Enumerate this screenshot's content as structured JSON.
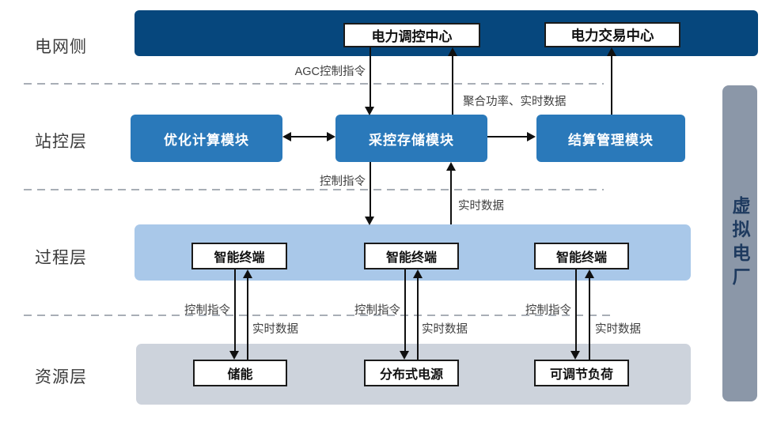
{
  "layers": {
    "grid": "电网侧",
    "station": "站控层",
    "process": "过程层",
    "resource": "资源层"
  },
  "grid_side": {
    "dispatch_center": "电力调控中心",
    "trading_center": "电力交易中心"
  },
  "station_layer": {
    "modules": [
      "优化计算模块",
      "采控存储模块",
      "结算管理模块"
    ]
  },
  "process_layer": {
    "terminals": [
      "智能终端",
      "智能终端",
      "智能终端"
    ]
  },
  "resource_layer": {
    "resources": [
      "储能",
      "分布式电源",
      "可调节负荷"
    ]
  },
  "vpp_bar": {
    "label": "虚拟电厂"
  },
  "flow_labels": {
    "agc_command": "AGC控制指令",
    "aggregate_power": "聚合功率、实时数据",
    "control_mid": "控制指令",
    "realtime_mid": "实时数据",
    "control_1": "控制指令",
    "control_2": "控制指令",
    "control_3": "控制指令",
    "realtime_1": "实时数据",
    "realtime_2": "实时数据",
    "realtime_3": "实时数据"
  },
  "colors": {
    "grid_bar": "#06477d",
    "module_box": "#2a79ba",
    "process_band": "#a9c8e9",
    "resource_band": "#cdd3dc",
    "vpp_bar": "#8b97a8",
    "arrow": "#101010",
    "dash_line": "#a8aeb6"
  }
}
